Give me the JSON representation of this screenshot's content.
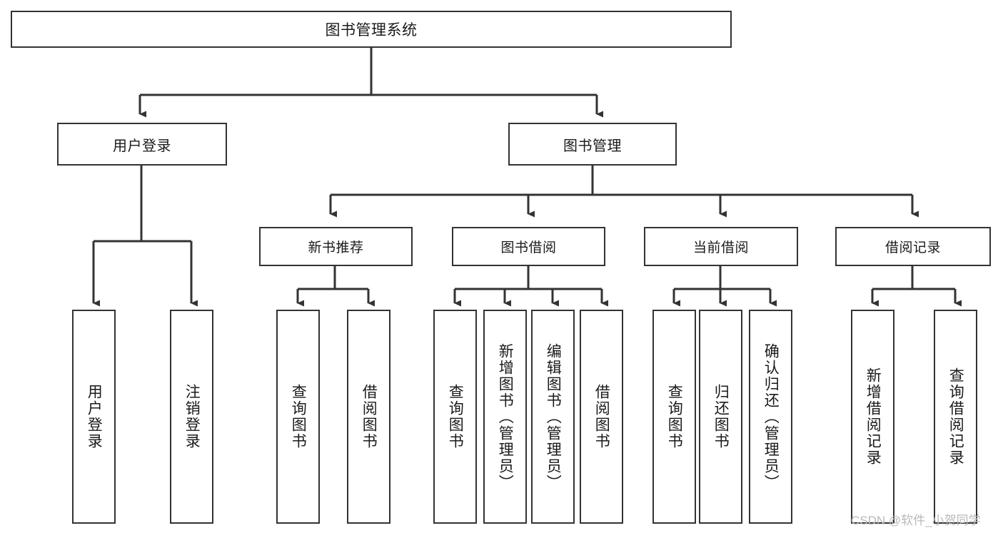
{
  "diagram": {
    "title": "图书管理系统",
    "type": "tree-hierarchy",
    "root": {
      "label": "图书管理系统"
    },
    "level1": [
      {
        "label": "用户登录"
      },
      {
        "label": "图书管理"
      }
    ],
    "level2": [
      {
        "label": "新书推荐"
      },
      {
        "label": "图书借阅"
      },
      {
        "label": "当前借阅"
      },
      {
        "label": "借阅记录"
      }
    ],
    "leaves": {
      "user_login": [
        {
          "label": "用户登录"
        },
        {
          "label": "注销登录"
        }
      ],
      "new_book_recommend": [
        {
          "label": "查询图书"
        },
        {
          "label": "借阅图书"
        }
      ],
      "book_borrow": [
        {
          "label": "查询图书"
        },
        {
          "label": "新增图书（管理员）"
        },
        {
          "label": "编辑图书（管理员）"
        },
        {
          "label": "借阅图书"
        }
      ],
      "current_borrow": [
        {
          "label": "查询图书"
        },
        {
          "label": "归还图书"
        },
        {
          "label": "确认归还（管理员）"
        }
      ],
      "borrow_record": [
        {
          "label": "新增借阅记录"
        },
        {
          "label": "查询借阅记录"
        }
      ]
    }
  },
  "watermark": {
    "text": "CSDN @软件_小贺同学"
  },
  "colors": {
    "stroke": "#333333",
    "box_fill": "#ffffff",
    "text": "#1a1a1a",
    "watermark": "#b9b9b9"
  }
}
